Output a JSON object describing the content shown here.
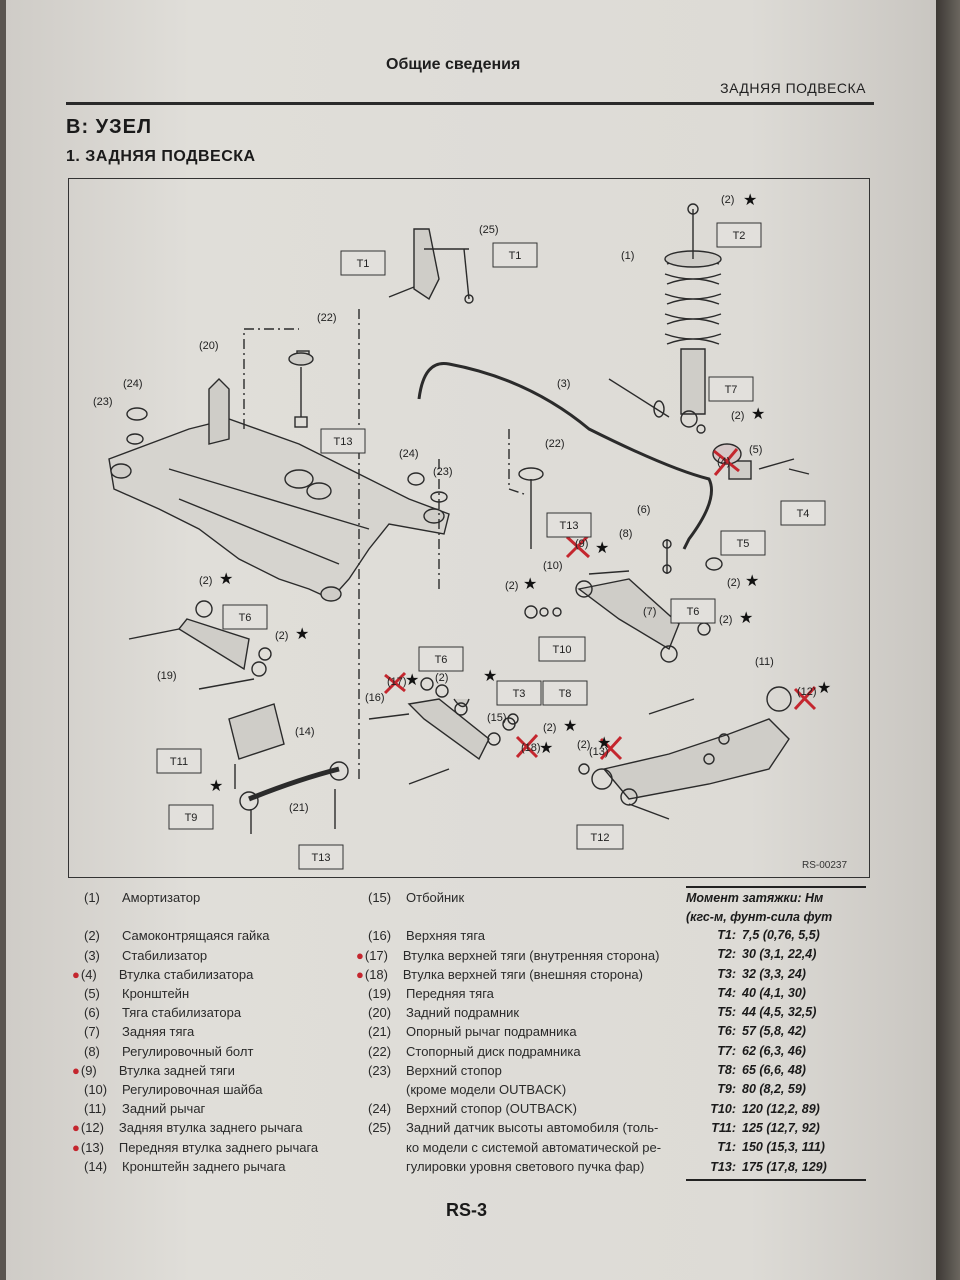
{
  "header": {
    "title": "Общие сведения",
    "section": "ЗАДНЯЯ ПОДВЕСКА"
  },
  "heading": {
    "main": "B:  УЗЕЛ",
    "sub": "1.  ЗАДНЯЯ ПОДВЕСКА"
  },
  "figure": {
    "id": "RS-00237",
    "callouts": {
      "c1": "(1)",
      "c2a": "(2)",
      "c2b": "(2)",
      "c2c": "(2)",
      "c2d": "(2)",
      "c2e": "(2)",
      "c2f": "(2)",
      "c2g": "(2)",
      "c2h": "(2)",
      "c2i": "(2)",
      "c2j": "(2)",
      "c3": "(3)",
      "c4": "(4)",
      "c5": "(5)",
      "c6": "(6)",
      "c7": "(7)",
      "c8": "(8)",
      "c9": "(9)",
      "c10": "(10)",
      "c11": "(11)",
      "c12": "(12)",
      "c13": "(13)",
      "c14": "(14)",
      "c15": "(15)",
      "c16": "(16)",
      "c17": "(17)",
      "c18": "(18)",
      "c19": "(19)",
      "c20": "(20)",
      "c21": "(21)",
      "c22a": "(22)",
      "c22b": "(22)",
      "c23a": "(23)",
      "c23b": "(23)",
      "c24a": "(24)",
      "c24b": "(24)",
      "c25": "(25)"
    },
    "boxes": {
      "t1a": "T1",
      "t1b": "T1",
      "t2": "T2",
      "t3": "T3",
      "t4": "T4",
      "t5": "T5",
      "t6a": "T6",
      "t6b": "T6",
      "t6c": "T6",
      "t7": "T7",
      "t8": "T8",
      "t9": "T9",
      "t10": "T10",
      "t11": "T11",
      "t12": "T12",
      "t13a": "T13",
      "t13b": "T13",
      "t13c": "T13"
    },
    "star": "★"
  },
  "legend": {
    "left": [
      {
        "num": "(1)",
        "text": "Амортизатор",
        "mark": ""
      },
      {
        "num": "",
        "text": "",
        "mark": ""
      },
      {
        "num": "(2)",
        "text": "Самоконтрящаяся гайка",
        "mark": ""
      },
      {
        "num": "(3)",
        "text": "Стабилизатор",
        "mark": ""
      },
      {
        "num": "(4)",
        "text": "Втулка стабилизатора",
        "mark": "●"
      },
      {
        "num": "(5)",
        "text": "Кронштейн",
        "mark": ""
      },
      {
        "num": "(6)",
        "text": "Тяга стабилизатора",
        "mark": ""
      },
      {
        "num": "(7)",
        "text": "Задняя тяга",
        "mark": ""
      },
      {
        "num": "(8)",
        "text": "Регулировочный болт",
        "mark": ""
      },
      {
        "num": "(9)",
        "text": "Втулка задней тяги",
        "mark": "●"
      },
      {
        "num": "(10)",
        "text": "Регулировочная шайба",
        "mark": ""
      },
      {
        "num": "(11)",
        "text": "Задний рычаг",
        "mark": ""
      },
      {
        "num": "(12)",
        "text": "Задняя втулка заднего рычага",
        "mark": "●"
      },
      {
        "num": "(13)",
        "text": "Передняя втулка заднего рычага",
        "mark": "●"
      },
      {
        "num": "(14)",
        "text": "Кронштейн заднего рычага",
        "mark": ""
      }
    ],
    "right": [
      {
        "num": "(15)",
        "text": "Отбойник",
        "mark": ""
      },
      {
        "num": "",
        "text": "",
        "mark": ""
      },
      {
        "num": "(16)",
        "text": "Верхняя тяга",
        "mark": ""
      },
      {
        "num": "(17)",
        "text": "Втулка верхней тяги (внутренняя сторона)",
        "mark": "●"
      },
      {
        "num": "(18)",
        "text": "Втулка верхней тяги (внешняя сторона)",
        "mark": "●"
      },
      {
        "num": "(19)",
        "text": "Передняя тяга",
        "mark": ""
      },
      {
        "num": "(20)",
        "text": "Задний подрамник",
        "mark": ""
      },
      {
        "num": "(21)",
        "text": "Опорный рычаг подрамника",
        "mark": ""
      },
      {
        "num": "(22)",
        "text": "Стопорный диск подрамника",
        "mark": ""
      },
      {
        "num": "(23)",
        "text": "Верхний стопор",
        "mark": ""
      },
      {
        "num": "",
        "text": "(кроме модели OUTBACK)",
        "mark": ""
      },
      {
        "num": "(24)",
        "text": "Верхний стопор (OUTBACK)",
        "mark": ""
      },
      {
        "num": "(25)",
        "text": "Задний датчик высоты автомобиля (толь-",
        "mark": ""
      },
      {
        "num": "",
        "text": "ко модели с системой автоматической ре-",
        "mark": ""
      },
      {
        "num": "",
        "text": "гулировки уровня светового пучка фар)",
        "mark": ""
      }
    ]
  },
  "torque": {
    "title1": "Момент затяжки: Нм",
    "title2": "(кгс-м, фунт-сила фут",
    "rows": [
      {
        "key": "T1:",
        "val": "7,5 (0,76, 5,5)"
      },
      {
        "key": "T2:",
        "val": "30 (3,1, 22,4)"
      },
      {
        "key": "T3:",
        "val": "32 (3,3, 24)"
      },
      {
        "key": "T4:",
        "val": "40 (4,1, 30)"
      },
      {
        "key": "T5:",
        "val": "44 (4,5, 32,5)"
      },
      {
        "key": "T6:",
        "val": "57 (5,8, 42)"
      },
      {
        "key": "T7:",
        "val": "62 (6,3, 46)"
      },
      {
        "key": "T8:",
        "val": "65 (6,6, 48)"
      },
      {
        "key": "T9:",
        "val": "80 (8,2, 59)"
      },
      {
        "key": "T10:",
        "val": "120 (12,2, 89)"
      },
      {
        "key": "T11:",
        "val": "125 (12,7, 92)"
      },
      {
        "key": "T1:",
        "val": "150 (15,3, 111)"
      },
      {
        "key": "T13:",
        "val": "175 (17,8, 129)"
      }
    ]
  },
  "page_number": "RS-3",
  "colors": {
    "annotation_red": "#c4262e",
    "paper": "#dcdad6",
    "ink": "#2a2a2a"
  }
}
